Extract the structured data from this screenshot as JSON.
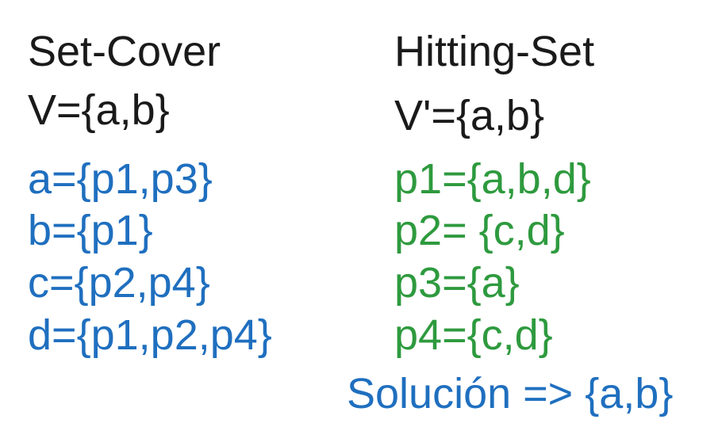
{
  "set_cover": {
    "title": "Set-Cover",
    "v_line": "V={a,b}",
    "sets": [
      "a={p1,p3}",
      "b={p1}",
      "c={p2,p4}",
      "d={p1,p2,p4}"
    ]
  },
  "hitting_set": {
    "title": "Hitting-Set",
    "v_line": "V'={a,b}",
    "sets": [
      "p1={a,b,d}",
      "p2= {c,d}",
      "p3={a}",
      "p4={c,d}"
    ]
  },
  "solution": "Solución => {a,b}",
  "colors": {
    "heading": "#1a1a1a",
    "set_cover_sets": "#1f6fbf",
    "hitting_set_sets": "#2e9a3e",
    "solution": "#1f6fbf"
  }
}
